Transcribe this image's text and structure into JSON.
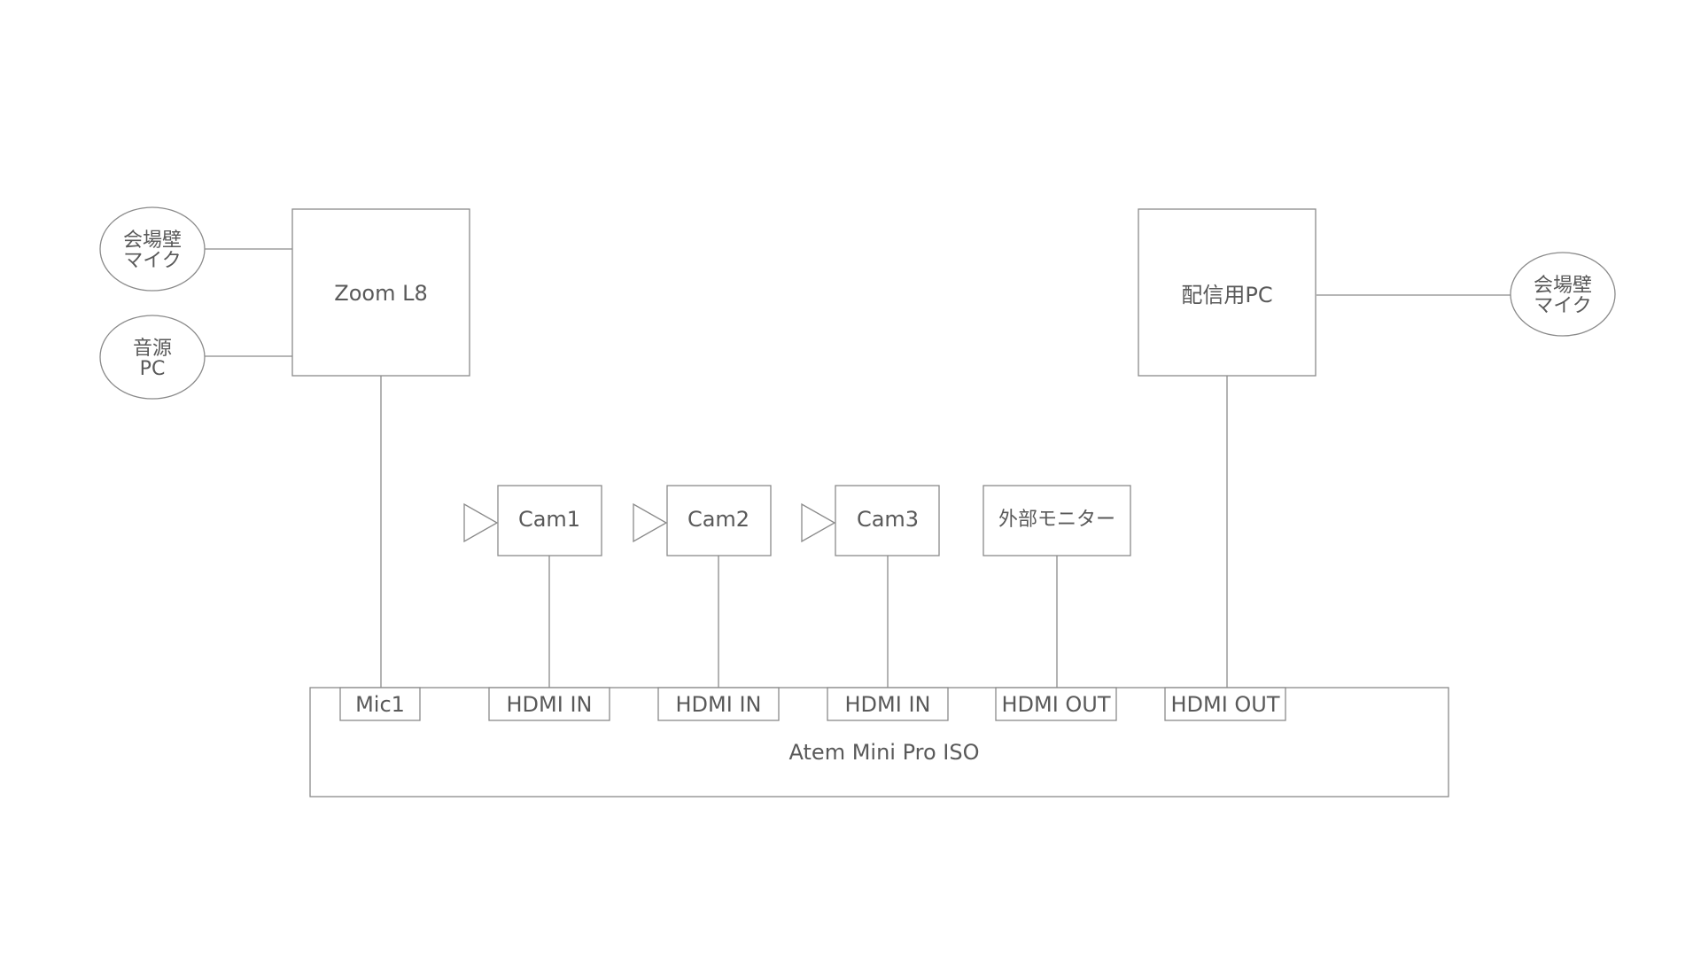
{
  "nodes": {
    "mic_left": [
      "会場壁",
      "マイク"
    ],
    "audio_pc": [
      "音源",
      "PC"
    ],
    "zoom": "Zoom L8",
    "streaming_pc": "配信用PC",
    "mic_right": [
      "会場壁",
      "マイク"
    ],
    "cam1": "Cam1",
    "cam2": "Cam2",
    "cam3": "Cam3",
    "monitor": "外部モニター",
    "atem": "Atem Mini Pro ISO"
  },
  "ports": {
    "mic1": "Mic1",
    "hdmi_in_1": "HDMI IN",
    "hdmi_in_2": "HDMI IN",
    "hdmi_in_3": "HDMI IN",
    "hdmi_out_1": "HDMI OUT",
    "hdmi_out_2": "HDMI OUT"
  }
}
